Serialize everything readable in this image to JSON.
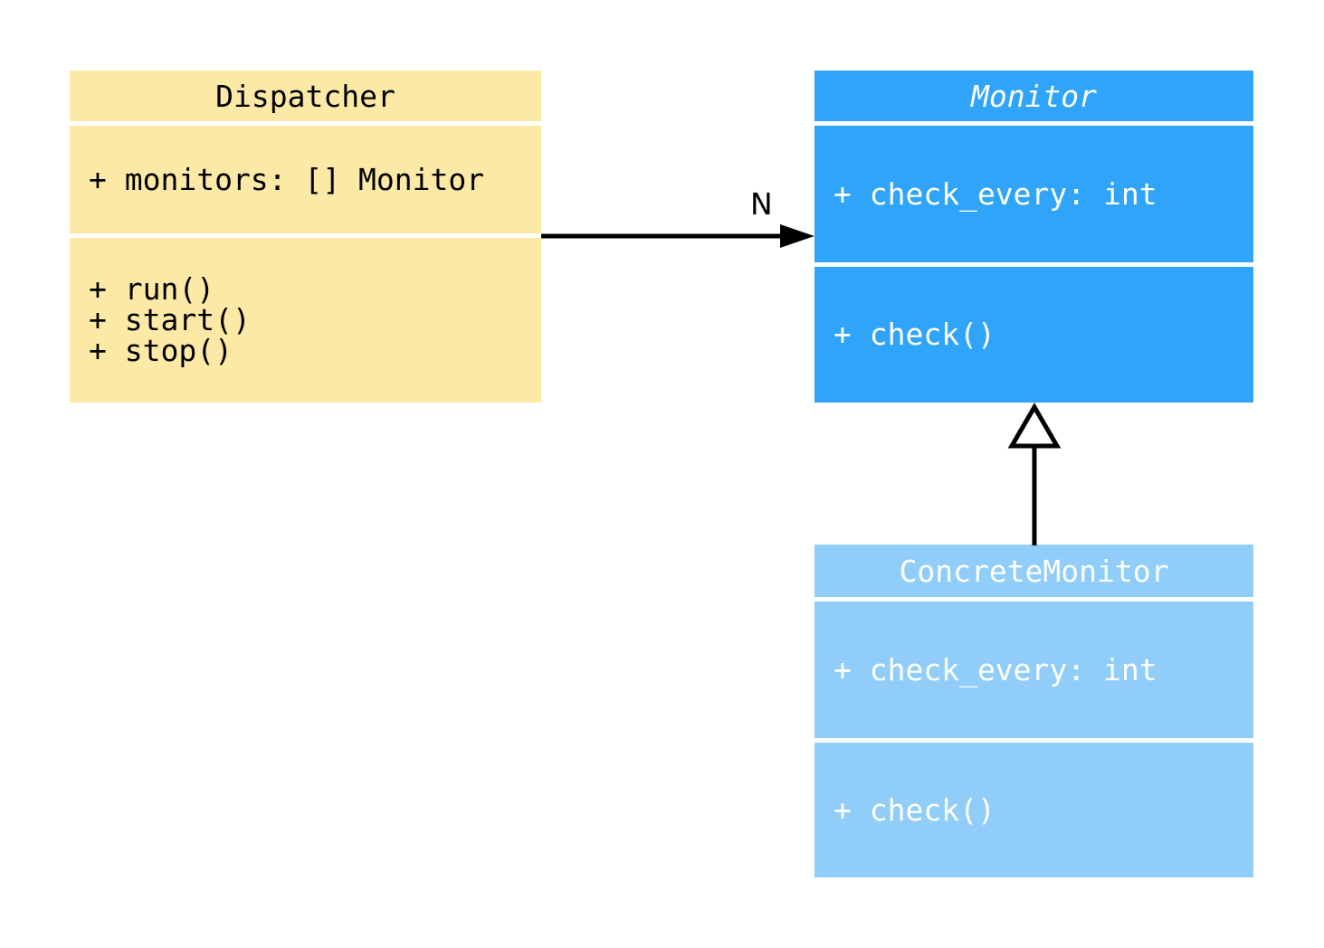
{
  "classes": {
    "dispatcher": {
      "name": "Dispatcher",
      "attributes": [
        "+ monitors: [] Monitor"
      ],
      "methods": [
        "+ run()",
        "+ start()",
        "+ stop()"
      ],
      "fill": "#FCE9A6",
      "text_color": "#000000"
    },
    "monitor": {
      "name": "Monitor",
      "attributes": [
        "+ check_every: int"
      ],
      "methods": [
        "+ check()"
      ],
      "fill": "#2FA4F8",
      "text_color": "#FFFFFF"
    },
    "concrete_monitor": {
      "name": "ConcreteMonitor",
      "attributes": [
        "+ check_every: int"
      ],
      "methods": [
        "+ check()"
      ],
      "fill": "#90CEF9",
      "text_color": "#FFFFFF"
    }
  },
  "relations": {
    "association": {
      "type": "directed-association",
      "from": "Dispatcher",
      "to": "Monitor",
      "label": "N",
      "color": "#000000"
    },
    "generalization": {
      "type": "generalization",
      "from": "ConcreteMonitor",
      "to": "Monitor",
      "color": "#000000"
    }
  }
}
